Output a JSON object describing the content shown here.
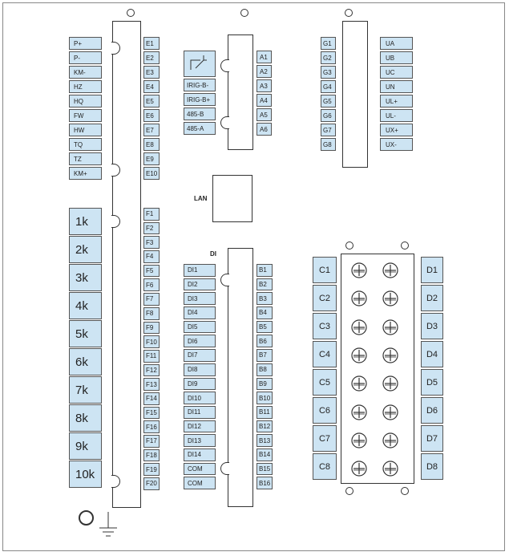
{
  "left_labels": [
    "P+",
    "P-",
    "KM-",
    "HZ",
    "HQ",
    "FW",
    "HW",
    "TQ",
    "TZ",
    "KM+"
  ],
  "k_labels": [
    "1k",
    "2k",
    "3k",
    "4k",
    "5k",
    "6k",
    "7k",
    "8k",
    "9k",
    "10k"
  ],
  "e_labels": [
    "E1",
    "E2",
    "E3",
    "E4",
    "E5",
    "E6",
    "E7",
    "E8",
    "E9",
    "E10"
  ],
  "f_labels": [
    "F1",
    "F2",
    "F3",
    "F4",
    "F5",
    "F6",
    "F7",
    "F8",
    "F9",
    "F10",
    "F11",
    "F12",
    "F13",
    "F14",
    "F15",
    "F16",
    "F17",
    "F18",
    "F19",
    "F20"
  ],
  "irig_labels": [
    "IRIG-B-",
    "IRIG-B+",
    "485-B",
    "485-A"
  ],
  "a_labels": [
    "A1",
    "A2",
    "A3",
    "A4",
    "A5",
    "A6"
  ],
  "g_labels": [
    "G1",
    "G2",
    "G3",
    "G4",
    "G5",
    "G6",
    "G7",
    "G8"
  ],
  "u_labels": [
    "UA",
    "UB",
    "UC",
    "UN",
    "UL+",
    "UL-",
    "UX+",
    "UX-"
  ],
  "lan_label": "LAN",
  "di_title": "DI",
  "di_labels": [
    "DI1",
    "DI2",
    "DI3",
    "DI4",
    "DI5",
    "DI6",
    "DI7",
    "DI8",
    "DI9",
    "DI10",
    "DI11",
    "DI12",
    "DI13",
    "DI14",
    "COM",
    "COM"
  ],
  "b_labels": [
    "B1",
    "B2",
    "B3",
    "B4",
    "B5",
    "B6",
    "B7",
    "B8",
    "B9",
    "B10",
    "B11",
    "B12",
    "B13",
    "B14",
    "B15",
    "B16"
  ],
  "c_labels": [
    "C1",
    "C2",
    "C3",
    "C4",
    "C5",
    "C6",
    "C7",
    "C8"
  ],
  "d_labels": [
    "D1",
    "D2",
    "D3",
    "D4",
    "D5",
    "D6",
    "D7",
    "D8"
  ],
  "colors": {
    "terminal_fill": "#cde4f3",
    "outline": "#333333"
  }
}
